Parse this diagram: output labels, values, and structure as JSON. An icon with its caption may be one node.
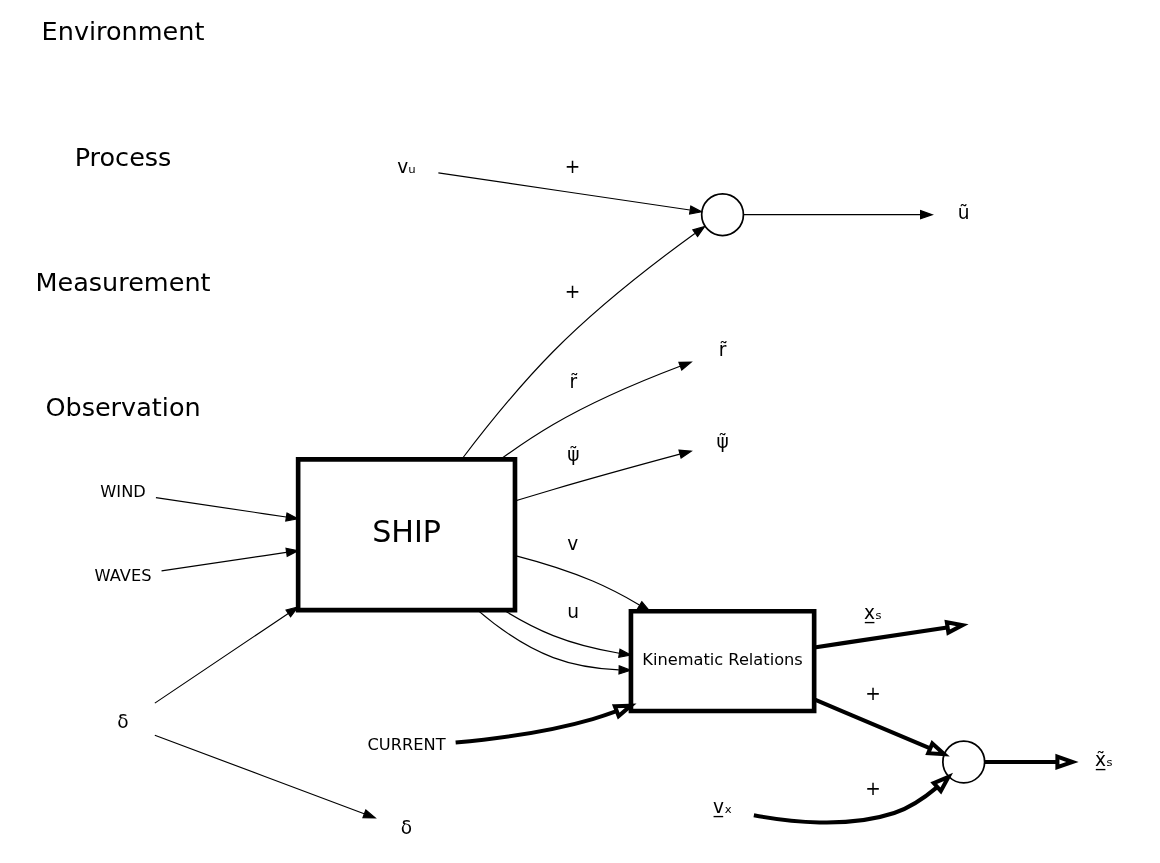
{
  "diagram": {
    "nodes": [
      {
        "text": [
          "WIND"
        ]
      },
      {
        "text": [
          "WAVES"
        ]
      },
      {
        "text": [
          "CURRENT"
        ]
      },
      {
        "text": [
          "δ"
        ]
      },
      {
        "text": [
          "SHIP"
        ]
      },
      {
        "text": [
          "Kinematic Relations"
        ]
      },
      {
        "text": [],
        "shape": "circle"
      },
      {
        "text": [
          "vᵤ"
        ]
      },
      {
        "text": [
          "v̲ₓ"
        ]
      },
      {
        "text": [],
        "shape": "circle"
      },
      {
        "text": [
          "δ"
        ]
      },
      {
        "text": [
          "r̃"
        ]
      },
      {
        "text": [
          "ψ̃"
        ]
      },
      {
        "text": [
          "ũ"
        ]
      },
      {
        "text": [
          "x̲̃ₛ"
        ]
      }
    ],
    "edges": [
      {
        "from": 0,
        "to": 4,
        "arrow": "to"
      },
      {
        "from": 1,
        "to": 4,
        "arrow": "to"
      },
      {
        "from": 2,
        "to": 5,
        "arrow": "to",
        "style": "thick"
      },
      {
        "from": 3,
        "to": 4,
        "arrow": "to"
      },
      {
        "from": 3,
        "to": 10,
        "arrow": "to"
      },
      {
        "from": 4,
        "to": 5,
        "label": "v",
        "arrow": "to"
      },
      {
        "from": 4,
        "to": 5,
        "label": "u",
        "arrow": "to"
      },
      {
        "from": 4,
        "to": 5,
        "arrow": "to"
      },
      {
        "from": 4,
        "to": 11,
        "label": "r̃",
        "arrow": "to"
      },
      {
        "from": 4,
        "to": 12,
        "label": "ψ̃",
        "arrow": "to"
      },
      {
        "from": 4,
        "to": 6,
        "label": "+",
        "arrow": "to"
      },
      {
        "from": 7,
        "to": 6,
        "label": "+",
        "arrow": "to"
      },
      {
        "from": 6,
        "to": 13,
        "arrow": "to"
      },
      {
        "from": 5,
        "to": null,
        "label": "x̲ₛ",
        "arrow": "to",
        "style": "thick"
      },
      {
        "from": 5,
        "to": 9,
        "label": "+",
        "arrow": "to",
        "style": "thick"
      },
      {
        "from": 8,
        "to": 9,
        "label": "+",
        "arrow": "to",
        "style": "thick"
      },
      {
        "from": 9,
        "to": 14,
        "arrow": "to",
        "style": "thick"
      }
    ],
    "labels": [
      "Environment",
      "Process",
      "Measurement",
      "Observation"
    ]
  }
}
